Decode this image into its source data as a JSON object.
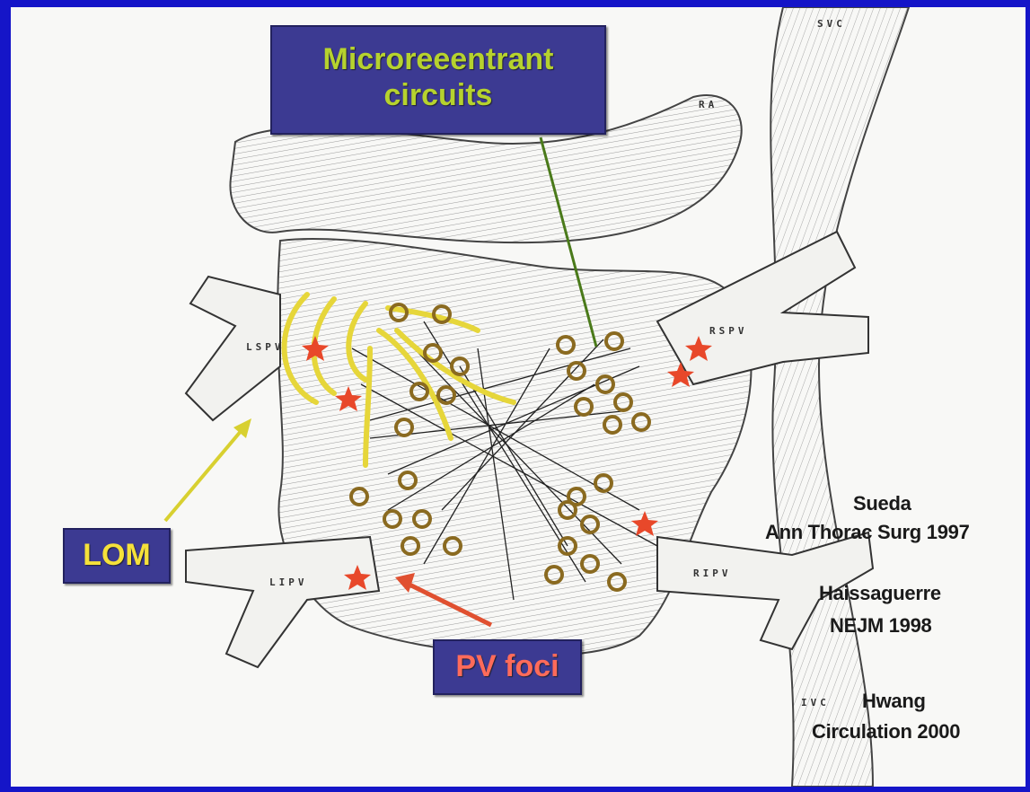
{
  "labels": {
    "micro_line1": "Microreeentrant",
    "micro_line2": "circuits",
    "lom": "LOM",
    "pv_foci": "PV foci"
  },
  "citations": [
    {
      "line1": "Sueda",
      "line2": "Ann Thorac Surg 1997"
    },
    {
      "line1": "Haissaguerre",
      "line2": "NEJM 1998"
    },
    {
      "line1": "Hwang",
      "line2": "Circulation 2000"
    }
  ],
  "anatomy": {
    "svc": "SVC",
    "ra": "RA",
    "lspv": "LSPV",
    "rspv": "RSPV",
    "lipv": "LIPV",
    "ripv": "RIPV",
    "ivc": "IVC"
  },
  "colors": {
    "background": "#1515c8",
    "label_box": "#3c3a92",
    "microreentrant_text": "#b6d22e",
    "lom_text": "#f5e13a",
    "pv_foci_text": "#ff6b5a",
    "lom_arrow": "#d8d030",
    "microreentrant_pointer": "#4a7a1a",
    "pv_foci_arrow": "#e05030",
    "focus_star": "#e8482a",
    "reentry_circle": "#8a6a20"
  }
}
